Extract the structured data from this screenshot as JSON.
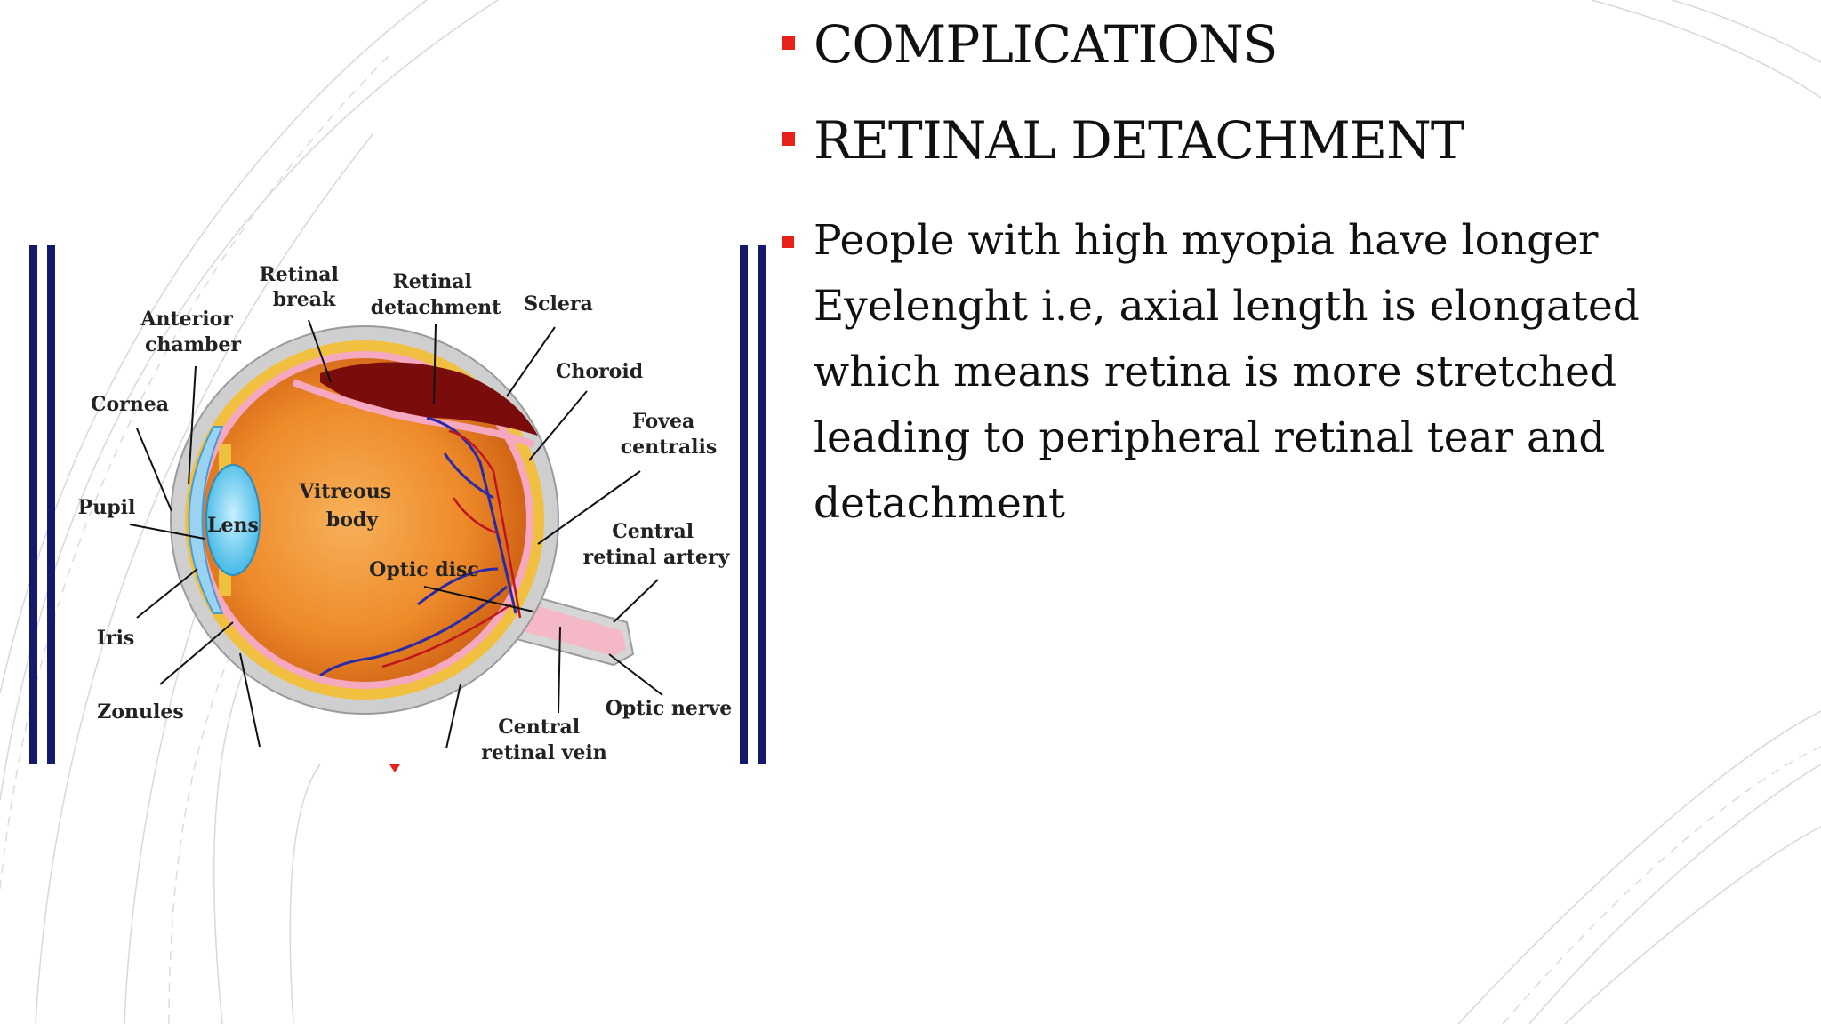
{
  "slide": {
    "bullets": [
      {
        "text": "COMPLICATIONS"
      },
      {
        "text": "RETINAL DETACHMENT"
      },
      {
        "text": "People with high myopia have longer Eyelenght i.e, axial length is elongated which means retina is more stretched leading to peripheral retinal tear and detachment"
      }
    ],
    "accent_color": "#e8221b"
  },
  "diagram": {
    "labels": {
      "retinal_break": [
        "Retinal",
        "break"
      ],
      "retinal_detachment": [
        "Retinal",
        "detachment"
      ],
      "sclera": "Sclera",
      "anterior_chamber": [
        "Anterior",
        "chamber"
      ],
      "choroid": "Choroid",
      "cornea": "Cornea",
      "fovea": [
        "Fovea",
        "centralis"
      ],
      "pupil": "Pupil",
      "lens": "Lens",
      "vitreous": [
        "Vitreous",
        "body"
      ],
      "central_artery": [
        "Central",
        "retinal artery"
      ],
      "optic_disc": "Optic disc",
      "iris": "Iris",
      "zonules": "Zonules",
      "optic_nerve": "Optic nerve",
      "central_vein": [
        "Central",
        "retinal vein"
      ]
    }
  }
}
